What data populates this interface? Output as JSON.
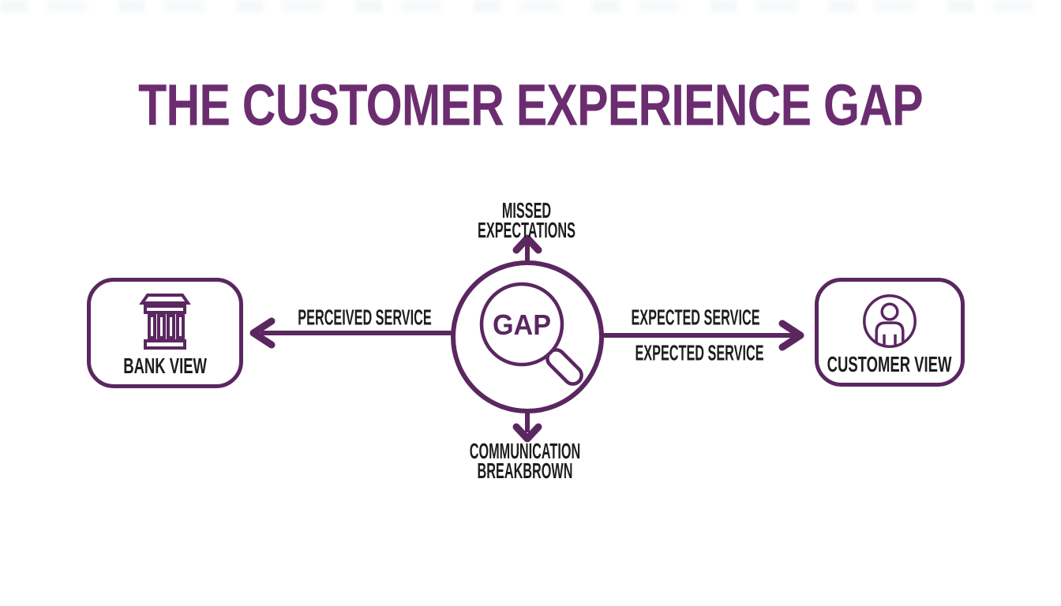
{
  "colors": {
    "accent": "#5a2760",
    "title": "#6b2d70",
    "text": "#1d1d1f",
    "background": "#ffffff"
  },
  "title": {
    "text": "THE CUSTOMER EXPERIENCE GAP"
  },
  "diagram": {
    "center_circle": {
      "label": "GAP",
      "icon": "magnifier-icon"
    },
    "arrows": {
      "up_label_line1": "MISSED",
      "up_label_line2": "EXPECTATIONS",
      "down_label_line1": "COMMUNICATION",
      "down_label_line2": "BREAKBROWN",
      "left_label": "PERCEIVED SERVICE",
      "right_label_above": "EXPECTED SERVICE",
      "right_label_below": "EXPECTED SERVICE"
    },
    "bank_box": {
      "label": "BANK VIEW",
      "icon": "bank-icon"
    },
    "customer_box": {
      "label": "CUSTOMER VIEW",
      "icon": "person-icon"
    }
  }
}
